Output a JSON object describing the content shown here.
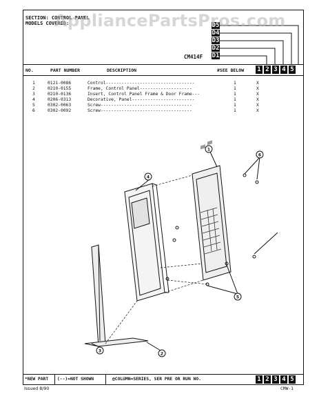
{
  "watermark": "AppliancePartsPros.com",
  "header": {
    "section_label": "SECTION: CONTROL PANEL",
    "models_covered_label": "MODELS COVERED:",
    "model": "CM414F",
    "column_codes": [
      "D5",
      "D4",
      "D3",
      "D2",
      "D1"
    ]
  },
  "columns": {
    "no": "NO.",
    "part_number": "PART NUMBER",
    "description": "DESCRIPTION",
    "see_below": "#SEE BELOW",
    "series_numbers": [
      "1",
      "2",
      "3",
      "4",
      "5"
    ]
  },
  "parts": [
    {
      "no": "1",
      "part": "0121-0086",
      "desc": "Control----------------------------------",
      "qty": "1",
      "mark": "X"
    },
    {
      "no": "2",
      "part": "0210-0155",
      "desc": "Frame, Control Panel--------------------",
      "qty": "1",
      "mark": "X"
    },
    {
      "no": "3",
      "part": "0210-0136",
      "desc": "Insert, Control Panel Frame & Door Frame---",
      "qty": "1",
      "mark": "X"
    },
    {
      "no": "4",
      "part": "0206-0313",
      "desc": "Decorative, Panel------------------------",
      "qty": "1",
      "mark": "X"
    },
    {
      "no": "5",
      "part": "0302-0063",
      "desc": "Screw-----------------------------------",
      "qty": "1",
      "mark": "X"
    },
    {
      "no": "6",
      "part": "0302-0092",
      "desc": "Screw-----------------------------------",
      "qty": "1",
      "mark": "X"
    }
  ],
  "footer": {
    "new_part": "*NEW PART",
    "not_shown": "(--)=NOT SHOWN",
    "column_note": "@COLUMN=SERIES, SER PRE OR RUN NO.",
    "series_numbers": [
      "1",
      "2",
      "3",
      "4",
      "5"
    ],
    "issued": "Issued 8/90",
    "page_code": "CMW-1"
  },
  "callouts": [
    "1",
    "2",
    "3",
    "4",
    "5",
    "6"
  ]
}
